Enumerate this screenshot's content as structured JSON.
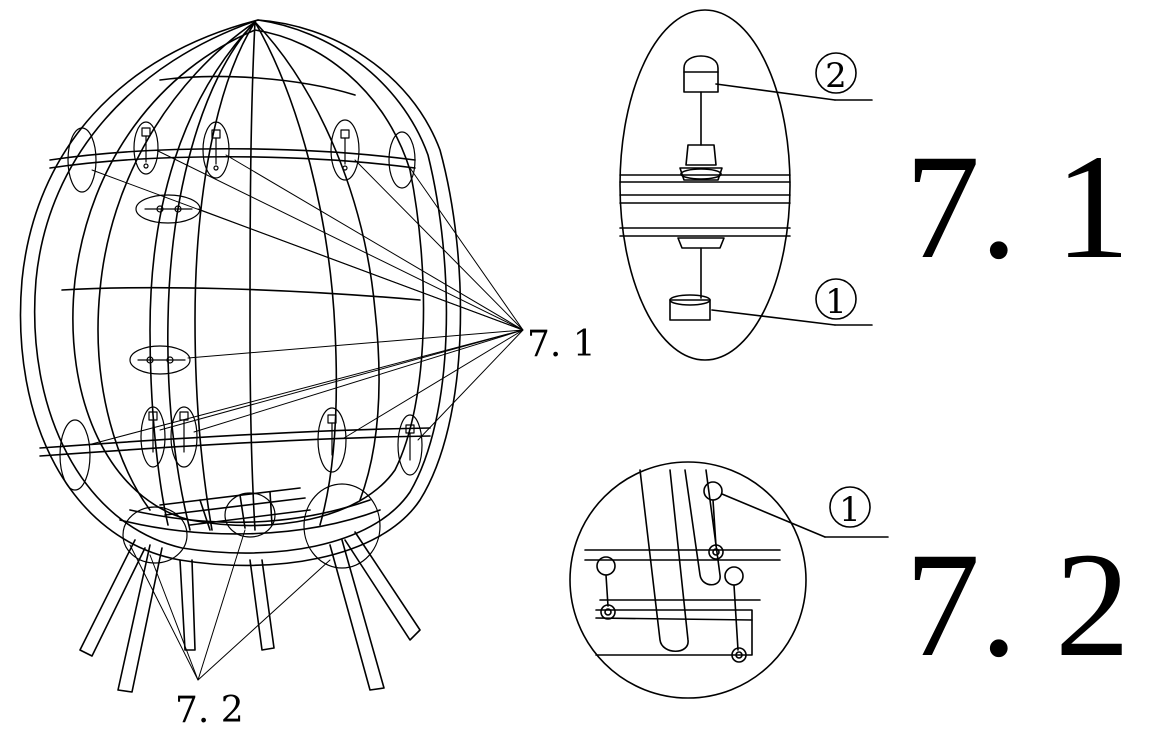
{
  "diagram": {
    "main_labels": {
      "upper_hardware": "7. 1",
      "leg_joints": "7. 2"
    },
    "detail_upper": {
      "heading": "7. 1",
      "parts": [
        {
          "number": "2"
        },
        {
          "number": "1"
        }
      ]
    },
    "detail_lower": {
      "heading": "7. 2",
      "parts": [
        {
          "number": "1"
        }
      ]
    }
  }
}
